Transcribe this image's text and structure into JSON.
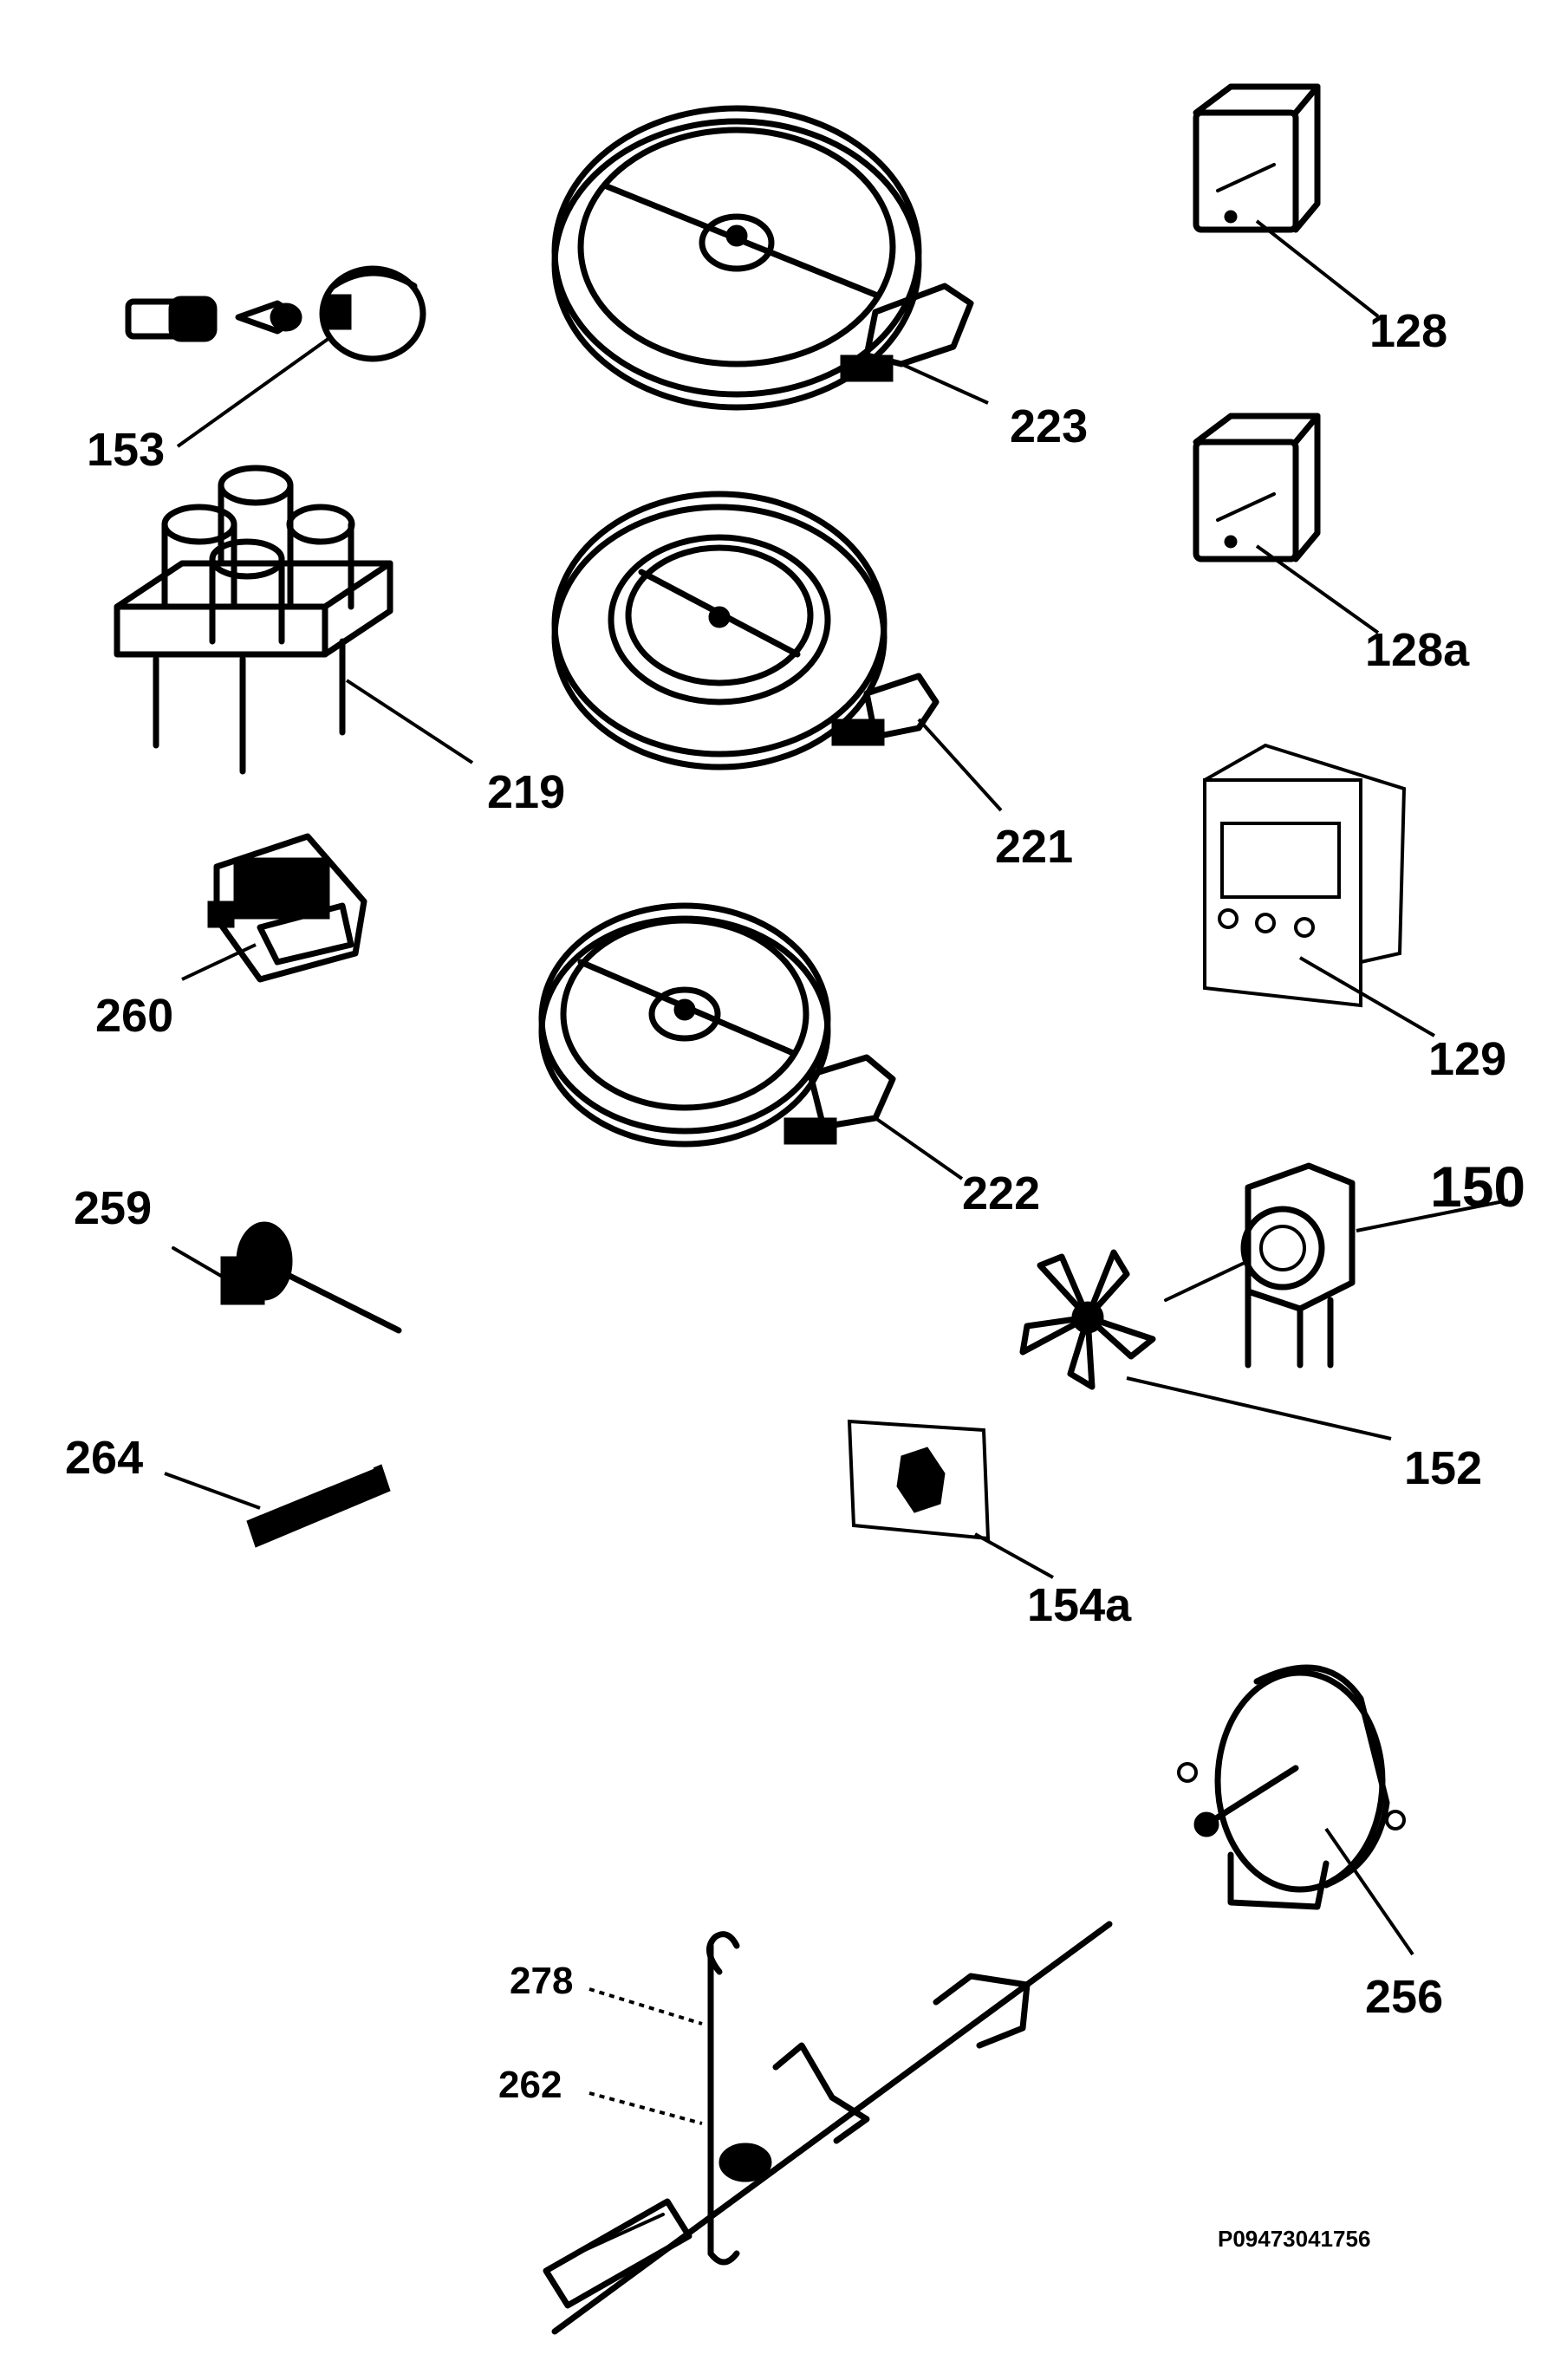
{
  "labels": {
    "p153": "153",
    "p219": "219",
    "p260": "260",
    "p259": "259",
    "p264": "264",
    "p223": "223",
    "p221": "221",
    "p222": "222",
    "p128": "128",
    "p128a": "128a",
    "p129": "129",
    "p150": "150",
    "p152": "152",
    "p154a": "154a",
    "p256": "256",
    "p278": "278",
    "p262": "262"
  },
  "reference_code": "P09473041756"
}
